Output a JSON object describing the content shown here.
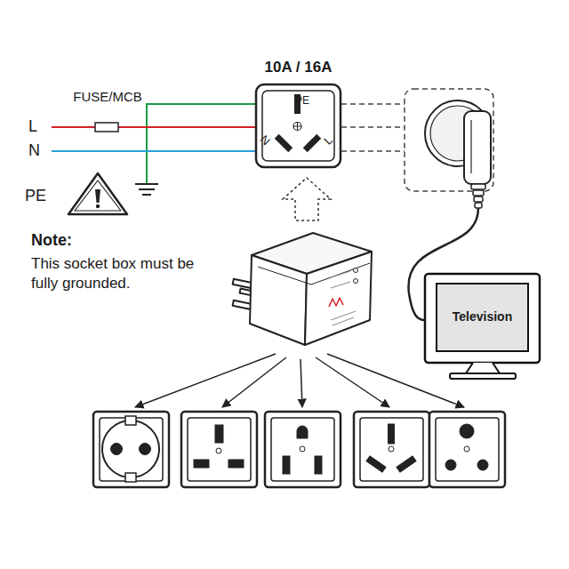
{
  "diagram": {
    "nodes": [
      {
        "text": [
          "10A / 16A",
          "PE",
          "N",
          "L"
        ]
      },
      {
        "text": [
          "Television"
        ]
      }
    ],
    "labels": [
      "FUSE/MCB",
      "L",
      "N",
      "PE",
      "Note:",
      "This socket box must be fully grounded."
    ]
  }
}
